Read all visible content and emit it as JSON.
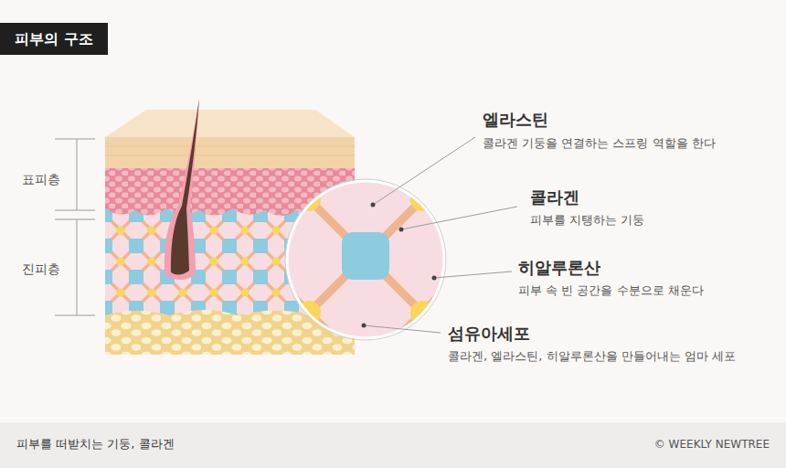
{
  "diagram": {
    "title": "피부의 구조",
    "caption": "피부를 떠받치는 기둥, 콜라겐",
    "labels": [
      "표피층",
      "진피층",
      "엘라스틴",
      "콜라겐 기둥을 연결하는 스프링 역할을 한다",
      "콜라겐",
      "피부를 지탱하는 기둥",
      "히알루론산",
      "피부 속 빈 공간을 수분으로 채운다",
      "섬유아세포",
      "콜라겐, 엘라스틴, 히알루론산을 만들어내는 엄마 세포",
      "© WEEKLY NEWTREE"
    ]
  }
}
